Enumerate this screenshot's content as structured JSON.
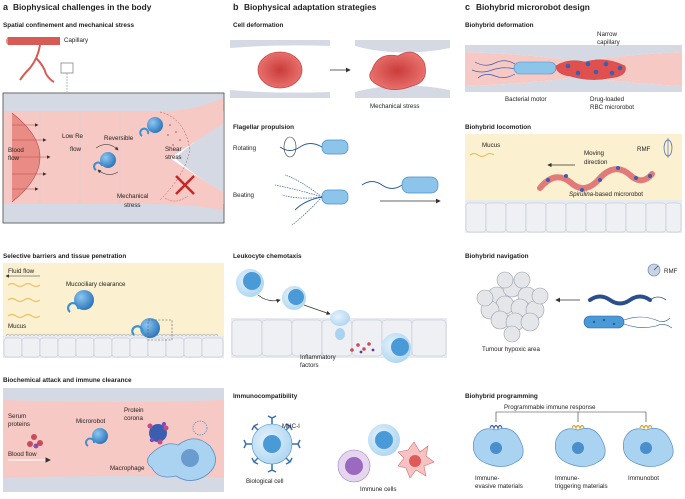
{
  "panel_a": {
    "letter": "a",
    "title": "Biophysical challenges in the body",
    "s1": {
      "title": "Spatial confinement and mechanical stress",
      "capillary": "Capillary",
      "blood_flow_1": "Blood",
      "blood_flow_2": "flow",
      "low_re": "Low Re",
      "reversible_1": "Reversible",
      "reversible_2": "flow",
      "shear_1": "Shear",
      "shear_2": "stress",
      "mech_1": "Mechanical",
      "mech_2": "stress"
    },
    "s2": {
      "title": "Selective barriers and tissue penetration",
      "fluid_flow": "Fluid flow",
      "mucociliary": "Mucociliary clearance",
      "mucus": "Mucus"
    },
    "s3": {
      "title": "Biochemical attack and immune clearance",
      "serum_1": "Serum",
      "serum_2": "proteins",
      "microrobot": "Microrobot",
      "corona_1": "Protein",
      "corona_2": "corona",
      "blood_flow": "Blood flow",
      "macrophage": "Macrophage"
    }
  },
  "panel_b": {
    "letter": "b",
    "title": "Biophysical adaptation strategies",
    "s1": {
      "title": "Cell deformation",
      "mech": "Mechanical stress"
    },
    "s2": {
      "title": "Flagellar propulsion",
      "rotating": "Rotating",
      "beating": "Beating"
    },
    "s3": {
      "title": "Leukocyte chemotaxis",
      "infl_1": "Inflammatory",
      "infl_2": "factors"
    },
    "s4": {
      "title": "Immunocompatibility",
      "mhc": "MHC-I",
      "bio_cell": "Biological cell",
      "immune": "Immune cells"
    }
  },
  "panel_c": {
    "letter": "c",
    "title": "Biohybrid microrobot design",
    "s1": {
      "title": "Biohybrid deformation",
      "narrow_1": "Narrow",
      "narrow_2": "capillary",
      "bact_motor": "Bacterial motor",
      "drug_1": "Drug-loaded",
      "drug_2": "RBC microrobot"
    },
    "s2": {
      "title": "Biohybrid locomotion",
      "mucus": "Mucus",
      "rmf": "RMF",
      "moving_1": "Moving",
      "moving_2": "direction",
      "spirulina": "Spirulina",
      "spirulina_rest": "-based microrobot"
    },
    "s3": {
      "title": "Biohybrid navigation",
      "rmf": "RMF",
      "tumour": "Tumour hypoxic area"
    },
    "s4": {
      "title": "Biohybrid programming",
      "prog": "Programmable immune response",
      "evasive_1": "Immune-",
      "evasive_2": "evasive materials",
      "trigger_1": "Immune-",
      "trigger_2": "triggering materials",
      "immunobot": "Immunobot"
    }
  },
  "colors": {
    "rbc": "#e0504f",
    "vessel": "#f7c9c4",
    "wall": "#d4d9e3",
    "blue": "#3d8fd1",
    "mucus": "#fbf0cf",
    "purple": "#5a5aa8"
  }
}
